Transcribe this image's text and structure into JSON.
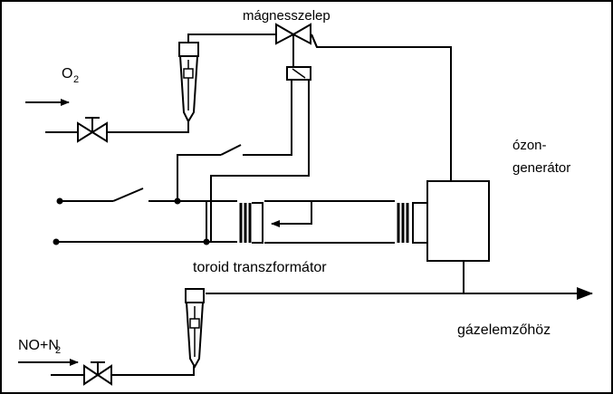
{
  "labels": {
    "solenoid_valve": "mágnesszelep",
    "oxygen_prefix": "O",
    "oxygen_sub": "2",
    "ozone_generator_line1": "ózon-",
    "ozone_generator_line2": "generátor",
    "toroid_transformer": "toroid transzformátor",
    "to_gas_analyzer": "gázelemzőhöz",
    "no_n2_prefix": "NO+N",
    "no_n2_sub": "2"
  }
}
